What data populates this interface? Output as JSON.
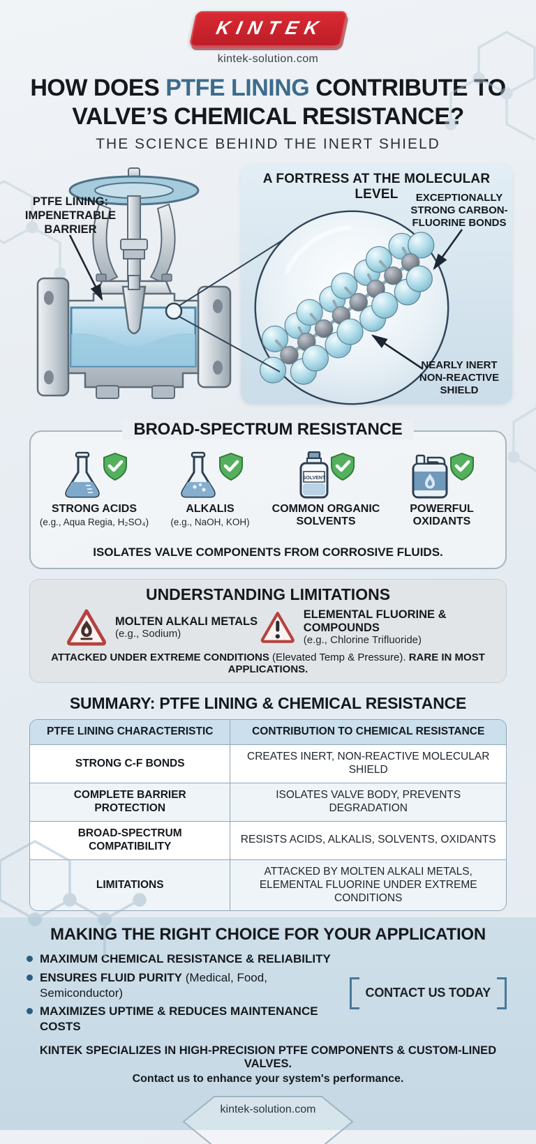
{
  "brand": {
    "logo_text": "KINTEK",
    "website": "kintek-solution.com"
  },
  "title": {
    "pre": "HOW DOES ",
    "highlight": "PTFE LINING",
    "post": " CONTRIBUTE TO VALVE’S CHEMICAL RESISTANCE?",
    "subtitle": "THE SCIENCE BEHIND THE INERT SHIELD"
  },
  "diagram": {
    "valve_label": "PTFE LINING: IMPENETRABLE BARRIER",
    "panel_title": "A FORTRESS AT THE MOLECULAR LEVEL",
    "bond_label": "EXCEPTIONALLY STRONG CARBON-FLUORINE BONDS",
    "shield_label": "NEARLY INERT NON-REACTIVE SHIELD"
  },
  "resistance": {
    "title": "BROAD-SPECTRUM RESISTANCE",
    "items": [
      {
        "label": "STRONG ACIDS",
        "sub": "(e.g., Aqua Regia, H₂SO₄)",
        "icon": "acid-flask-icon"
      },
      {
        "label": "ALKALIS",
        "sub": "(e.g., NaOH, KOH)",
        "icon": "alkali-flask-icon"
      },
      {
        "label": "COMMON ORGANIC SOLVENTS",
        "sub": "",
        "icon": "solvent-bottle-icon"
      },
      {
        "label": "POWERFUL OXIDANTS",
        "sub": "",
        "icon": "oxidant-jug-icon"
      }
    ],
    "solvent_bottle_label": "SOLVENT",
    "note": "ISOLATES VALVE COMPONENTS FROM CORROSIVE FLUIDS."
  },
  "limitations": {
    "title": "UNDERSTANDING LIMITATIONS",
    "items": [
      {
        "label": "MOLTEN ALKALI METALS",
        "sub": "(e.g., Sodium)",
        "icon": "flammable-warning-icon"
      },
      {
        "label": "ELEMENTAL FLUORINE & COMPOUNDS",
        "sub": "(e.g., Chlorine Trifluoride)",
        "icon": "exclamation-warning-icon"
      }
    ],
    "note_bold_1": "ATTACKED UNDER EXTREME CONDITIONS",
    "note_regular": " (Elevated Temp & Pressure). ",
    "note_bold_2": "RARE IN MOST APPLICATIONS."
  },
  "summary": {
    "title": "SUMMARY: PTFE LINING & CHEMICAL RESISTANCE",
    "table": {
      "headers": [
        "PTFE LINING CHARACTERISTIC",
        "CONTRIBUTION TO CHEMICAL RESISTANCE"
      ],
      "rows": [
        [
          "STRONG C-F BONDS",
          "CREATES INERT, NON-REACTIVE MOLECULAR SHIELD"
        ],
        [
          "COMPLETE BARRIER PROTECTION",
          "ISOLATES VALVE BODY, PREVENTS DEGRADATION"
        ],
        [
          "BROAD-SPECTRUM COMPATIBILITY",
          "RESISTS ACIDS, ALKALIS, SOLVENTS, OXIDANTS"
        ],
        [
          "LIMITATIONS",
          "ATTACKED BY MOLTEN ALKALI METALS, ELEMENTAL FLUORINE UNDER EXTREME CONDITIONS"
        ]
      ]
    }
  },
  "choice": {
    "title": "MAKING THE RIGHT CHOICE FOR YOUR APPLICATION",
    "bullets": [
      {
        "bold": "MAXIMUM CHEMICAL RESISTANCE & RELIABILITY",
        "regular": ""
      },
      {
        "bold": "ENSURES FLUID PURITY",
        "regular": " (Medical, Food, Semiconductor)"
      },
      {
        "bold": "MAXIMIZES UPTIME & REDUCES MAINTENANCE COSTS",
        "regular": ""
      }
    ],
    "cta_label": "CONTACT US TODAY",
    "tagline_1": "KINTEK SPECIALIZES IN HIGH-PRECISION PTFE COMPONENTS & CUSTOM-LINED VALVES.",
    "tagline_2": "Contact us to enhance your system's performance."
  },
  "footer": {
    "website": "kintek-solution.com"
  },
  "colors": {
    "brand_red": "#cf2230",
    "accent_blue": "#3d6b8b",
    "shield_green": "#55b05e",
    "warning_red": "#b5423e",
    "panel_blue": "#d7e5ef",
    "lining_blue": "#a9d3e6"
  }
}
